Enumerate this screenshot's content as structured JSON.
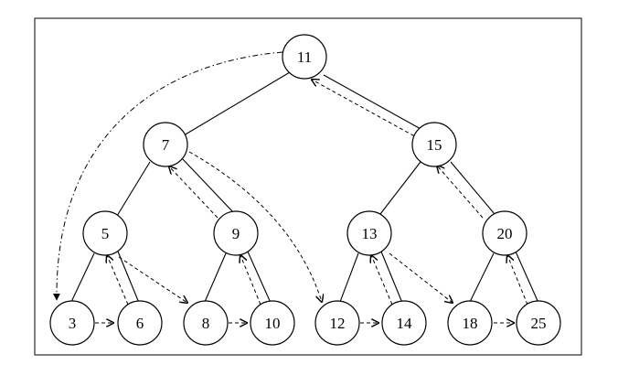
{
  "colors": {
    "stroke": "#000000",
    "background": "#ffffff"
  },
  "tree": {
    "nodes": [
      {
        "id": "n11",
        "label": "11"
      },
      {
        "id": "n7",
        "label": "7"
      },
      {
        "id": "n15",
        "label": "15"
      },
      {
        "id": "n5",
        "label": "5"
      },
      {
        "id": "n9",
        "label": "9"
      },
      {
        "id": "n13",
        "label": "13"
      },
      {
        "id": "n20",
        "label": "20"
      },
      {
        "id": "n3",
        "label": "3"
      },
      {
        "id": "n6",
        "label": "6"
      },
      {
        "id": "n8",
        "label": "8"
      },
      {
        "id": "n10",
        "label": "10"
      },
      {
        "id": "n12",
        "label": "12"
      },
      {
        "id": "n14",
        "label": "14"
      },
      {
        "id": "n18",
        "label": "18"
      },
      {
        "id": "n25",
        "label": "25"
      }
    ]
  }
}
